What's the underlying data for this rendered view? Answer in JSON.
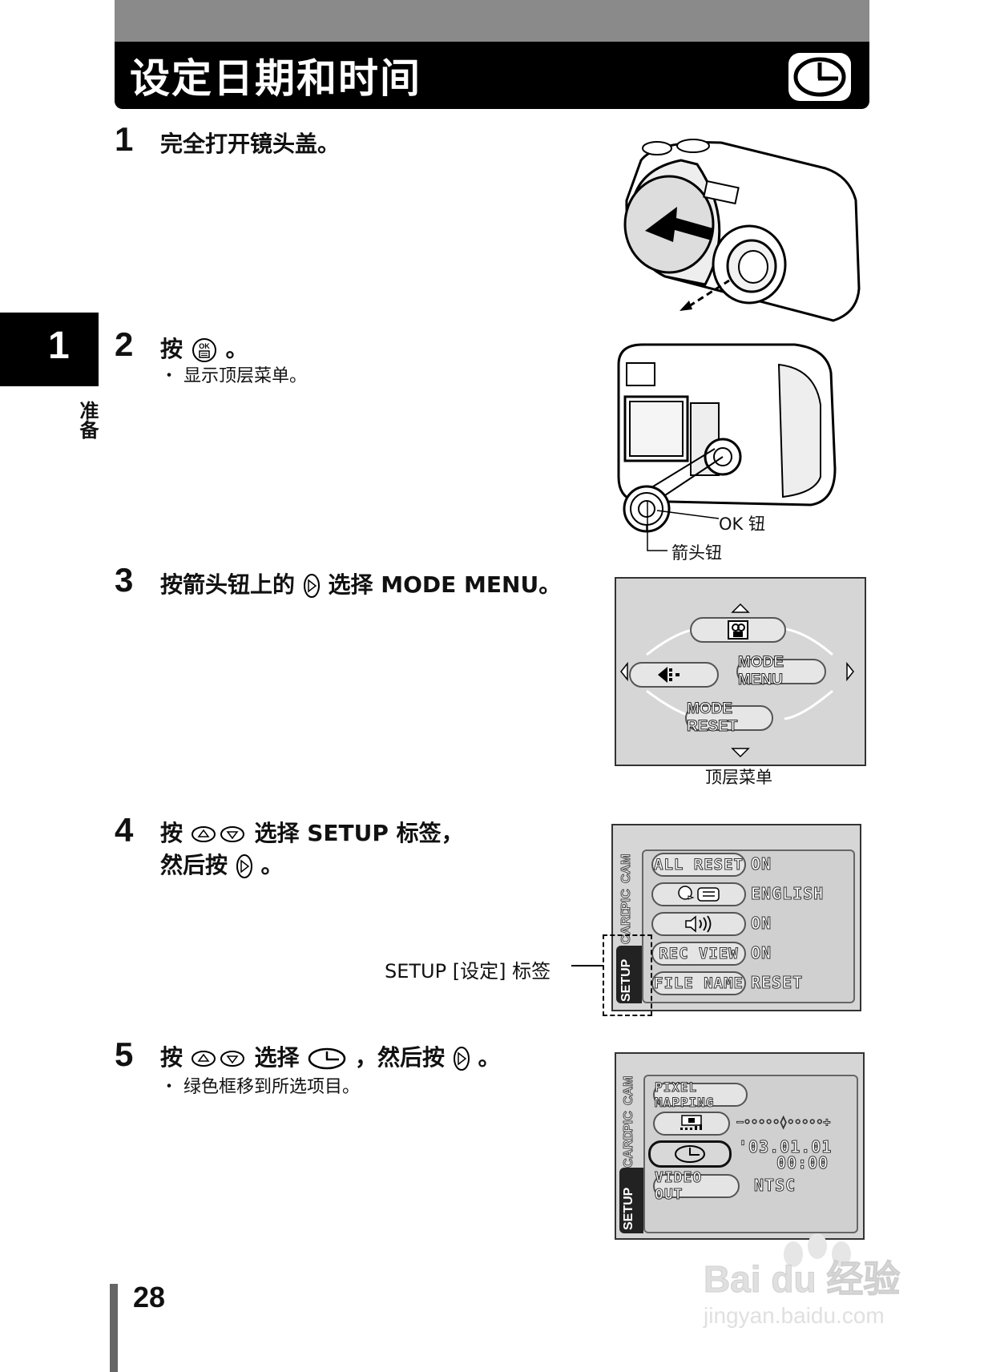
{
  "header": {
    "title": "设定日期和时间",
    "icon": "clock-icon"
  },
  "side_tab": {
    "number": "1",
    "label": "准备"
  },
  "steps": [
    {
      "number": "1",
      "text": "完全打开镜头盖。"
    },
    {
      "number": "2",
      "text_before": "按",
      "text_after": "。",
      "icon": "ok-button-icon",
      "bullet": "・ 显示顶层菜单。"
    },
    {
      "number": "3",
      "text_before": "按箭头钮上的",
      "text_after": "选择 MODE MENU。",
      "icon": "right-arrow-icon"
    },
    {
      "number": "4",
      "line1_before": "按",
      "line1_after": "选择 SETUP 标签，",
      "line2_before": "然后按",
      "line2_after": "。"
    },
    {
      "number": "5",
      "text_a": "按",
      "text_b": "选择",
      "text_c": "，然后按",
      "text_d": "。",
      "bullet": "・ 绿色框移到所选项目。"
    }
  ],
  "camera2_labels": {
    "ok": "OK 钮",
    "arrow": "箭头钮"
  },
  "screen3": {
    "items": {
      "left": "",
      "right": "MODE  MENU",
      "bottom": "MODE RESET"
    },
    "caption": "顶层菜单"
  },
  "screen4": {
    "tabs": [
      "SETUP",
      "CARD",
      "PIC",
      "CAM"
    ],
    "rows": [
      {
        "label": "ALL  RESET",
        "value": "ON"
      },
      {
        "label": "",
        "value": "ENGLISH"
      },
      {
        "label": "",
        "value": "ON"
      },
      {
        "label": "REC  VIEW",
        "value": "ON"
      },
      {
        "label": "FILE  NAME",
        "value": "RESET"
      }
    ],
    "callout": "SETUP [设定] 标签"
  },
  "screen5": {
    "tabs": [
      "SETUP",
      "CARD",
      "PIC",
      "CAM"
    ],
    "rows": [
      {
        "label": "PIXEL MAPPING",
        "value": ""
      },
      {
        "label": "",
        "value": "−◦◦◦◦◦◊◦◦◦◦◦+"
      },
      {
        "label": "",
        "value": "'03.01.01",
        "value2": "00:00"
      },
      {
        "label": "VIDEO OUT",
        "value": "NTSC"
      }
    ]
  },
  "page_number": "28",
  "watermark": {
    "main": "Bai du 经验",
    "sub": "jingyan.baidu.com"
  },
  "colors": {
    "header_bg": "#000000",
    "header_top": "#8a8a8a",
    "screen_bg": "#d6d6d6"
  }
}
